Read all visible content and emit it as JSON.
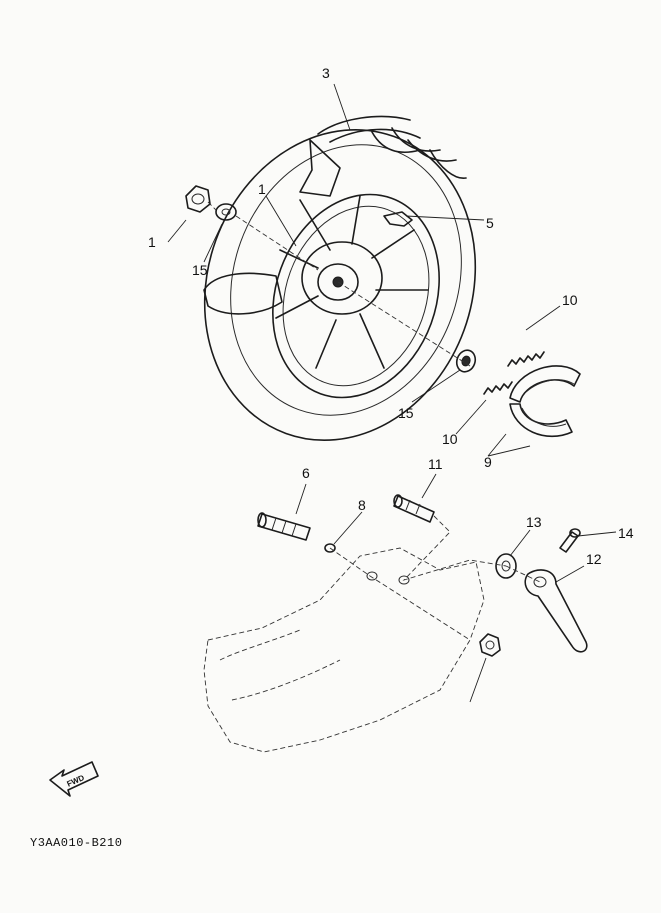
{
  "callouts": {
    "c1_top": "1",
    "c3": "3",
    "c1_left": "1",
    "c15_left": "15",
    "c5": "5",
    "c10_top": "10",
    "c15_center": "15",
    "c10_center": "10",
    "c9": "9",
    "c6": "6",
    "c11": "11",
    "c8": "8",
    "c13": "13",
    "c14": "14",
    "c12": "12"
  },
  "forward_badge": "FWD",
  "diagram_code": "Y3AA010-B210",
  "colors": {
    "ink": "#1c1c1c",
    "paper": "#fbfbf9"
  }
}
